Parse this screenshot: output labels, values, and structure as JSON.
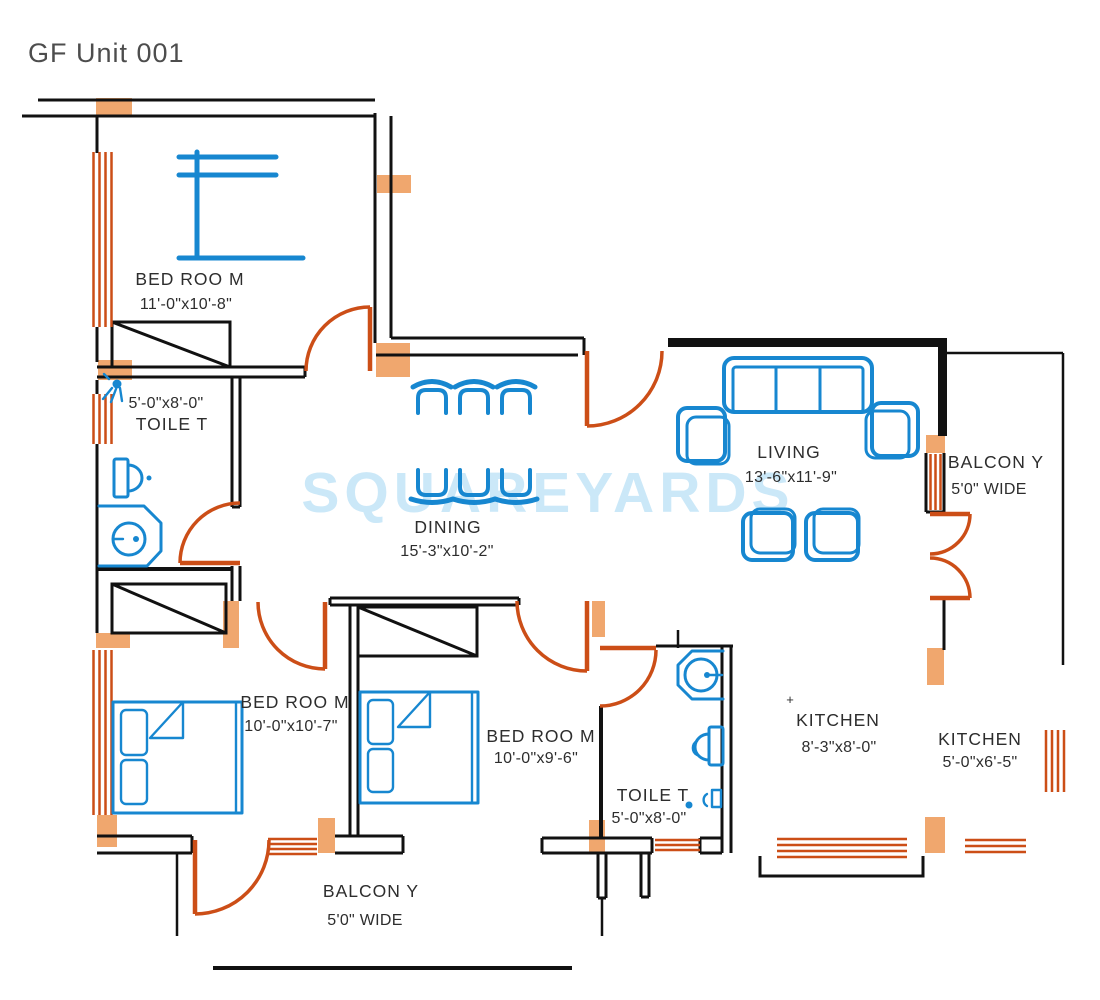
{
  "title": "GF Unit 001",
  "watermark": "SQUAREYARDS",
  "kitchen_marker": "+",
  "colors": {
    "wall": "#111111",
    "door": "#cc4e17",
    "window": "#cc4e17",
    "column": "#f0a76e",
    "furniture": "#1787d0",
    "watermark": "#cbe8f8",
    "label": "#2d2d2d",
    "title": "#4d4d4d"
  },
  "rooms": [
    {
      "id": "bedroom-1",
      "name": "BED ROO M",
      "dims": "11'-0\"x10'-8\""
    },
    {
      "id": "toilet-1",
      "name": "TOILE T",
      "dims": "5'-0\"x8'-0\""
    },
    {
      "id": "dining",
      "name": "DINING",
      "dims": "15'-3\"x10'-2\""
    },
    {
      "id": "living",
      "name": "LIVING",
      "dims": "13'-6\"x11'-9\""
    },
    {
      "id": "balcony-right",
      "name": "BALCON Y",
      "dims": "5'0\" WIDE"
    },
    {
      "id": "bedroom-2",
      "name": "BED ROO M",
      "dims": "10'-0\"x10'-7\""
    },
    {
      "id": "bedroom-3",
      "name": "BED ROO M",
      "dims": "10'-0\"x9'-6\""
    },
    {
      "id": "toilet-2",
      "name": "TOILE T",
      "dims": "5'-0\"x8'-0\""
    },
    {
      "id": "kitchen-1",
      "name": "KITCHEN",
      "dims": "8'-3\"x8'-0\""
    },
    {
      "id": "kitchen-2",
      "name": "KITCHEN",
      "dims": "5'-0\"x6'-5\""
    },
    {
      "id": "balcony-bottom",
      "name": "BALCON Y",
      "dims": "5'0\" WIDE"
    }
  ]
}
